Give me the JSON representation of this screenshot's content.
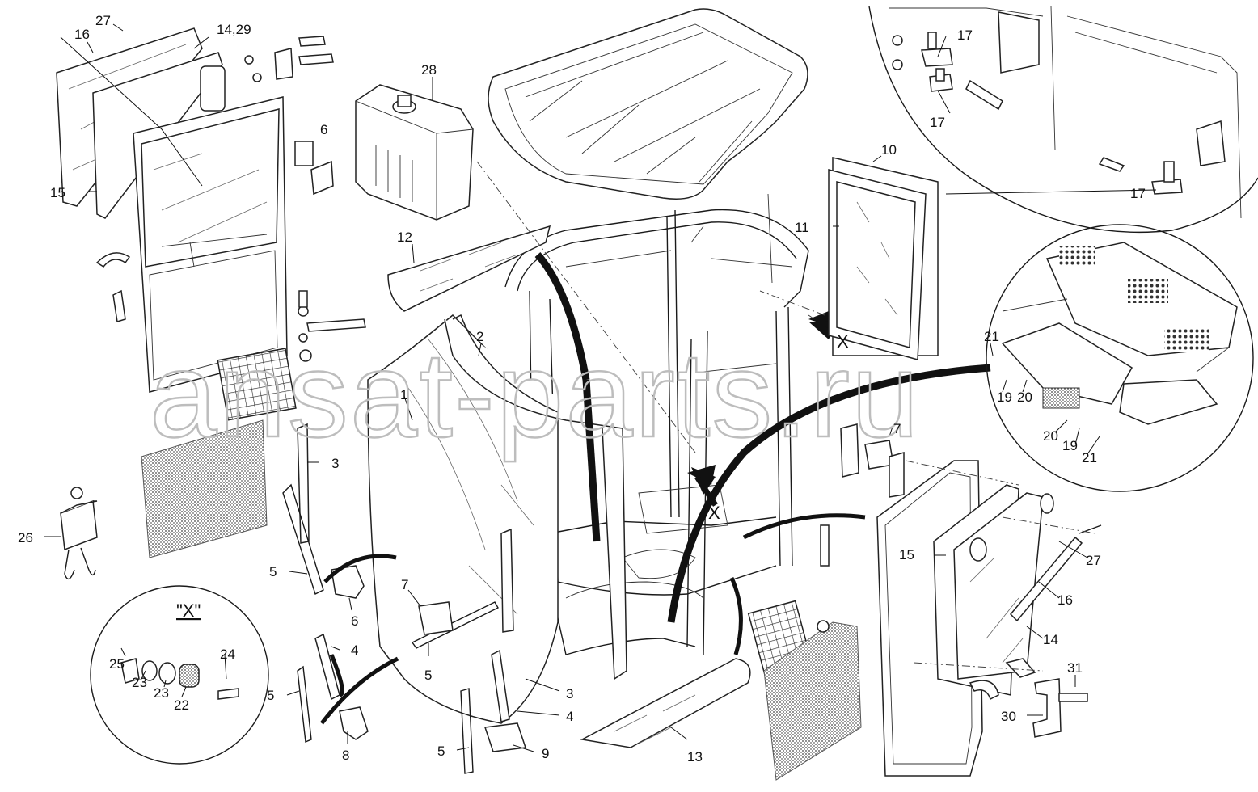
{
  "watermark": "ansat-parts.ru",
  "detail_view": {
    "title": "\"X\""
  },
  "arrow_labels": [
    "X",
    "X"
  ],
  "callouts": [
    "1",
    "2",
    "3",
    "3",
    "4",
    "4",
    "5",
    "5",
    "5",
    "5",
    "6",
    "6",
    "7",
    "7",
    "8",
    "9",
    "10",
    "11",
    "12",
    "13",
    "14",
    "14,29",
    "15",
    "15",
    "16",
    "16",
    "17",
    "17",
    "17",
    "19",
    "19",
    "20",
    "20",
    "21",
    "21",
    "22",
    "23",
    "23",
    "24",
    "25",
    "26",
    "27",
    "27",
    "28",
    "30",
    "31"
  ]
}
